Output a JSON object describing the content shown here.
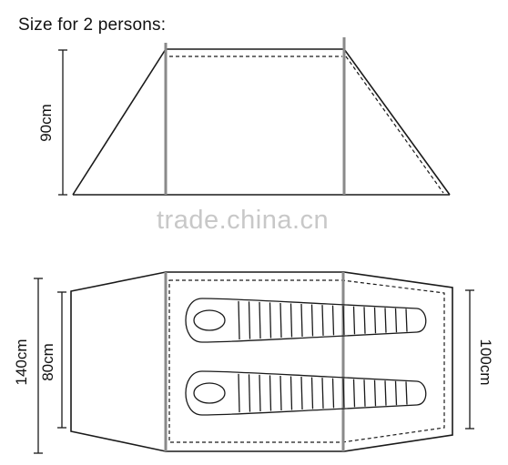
{
  "title": "Size for 2 persons:",
  "watermark": "trade.china.cn",
  "dimensions": {
    "height": "90cm",
    "total_width": "140cm",
    "inner_width": "80cm",
    "vestibule_width": "100cm"
  },
  "colors": {
    "line": "#1a1a1a",
    "pole": "#8a8a8a",
    "watermark": "#c8c8c8"
  }
}
